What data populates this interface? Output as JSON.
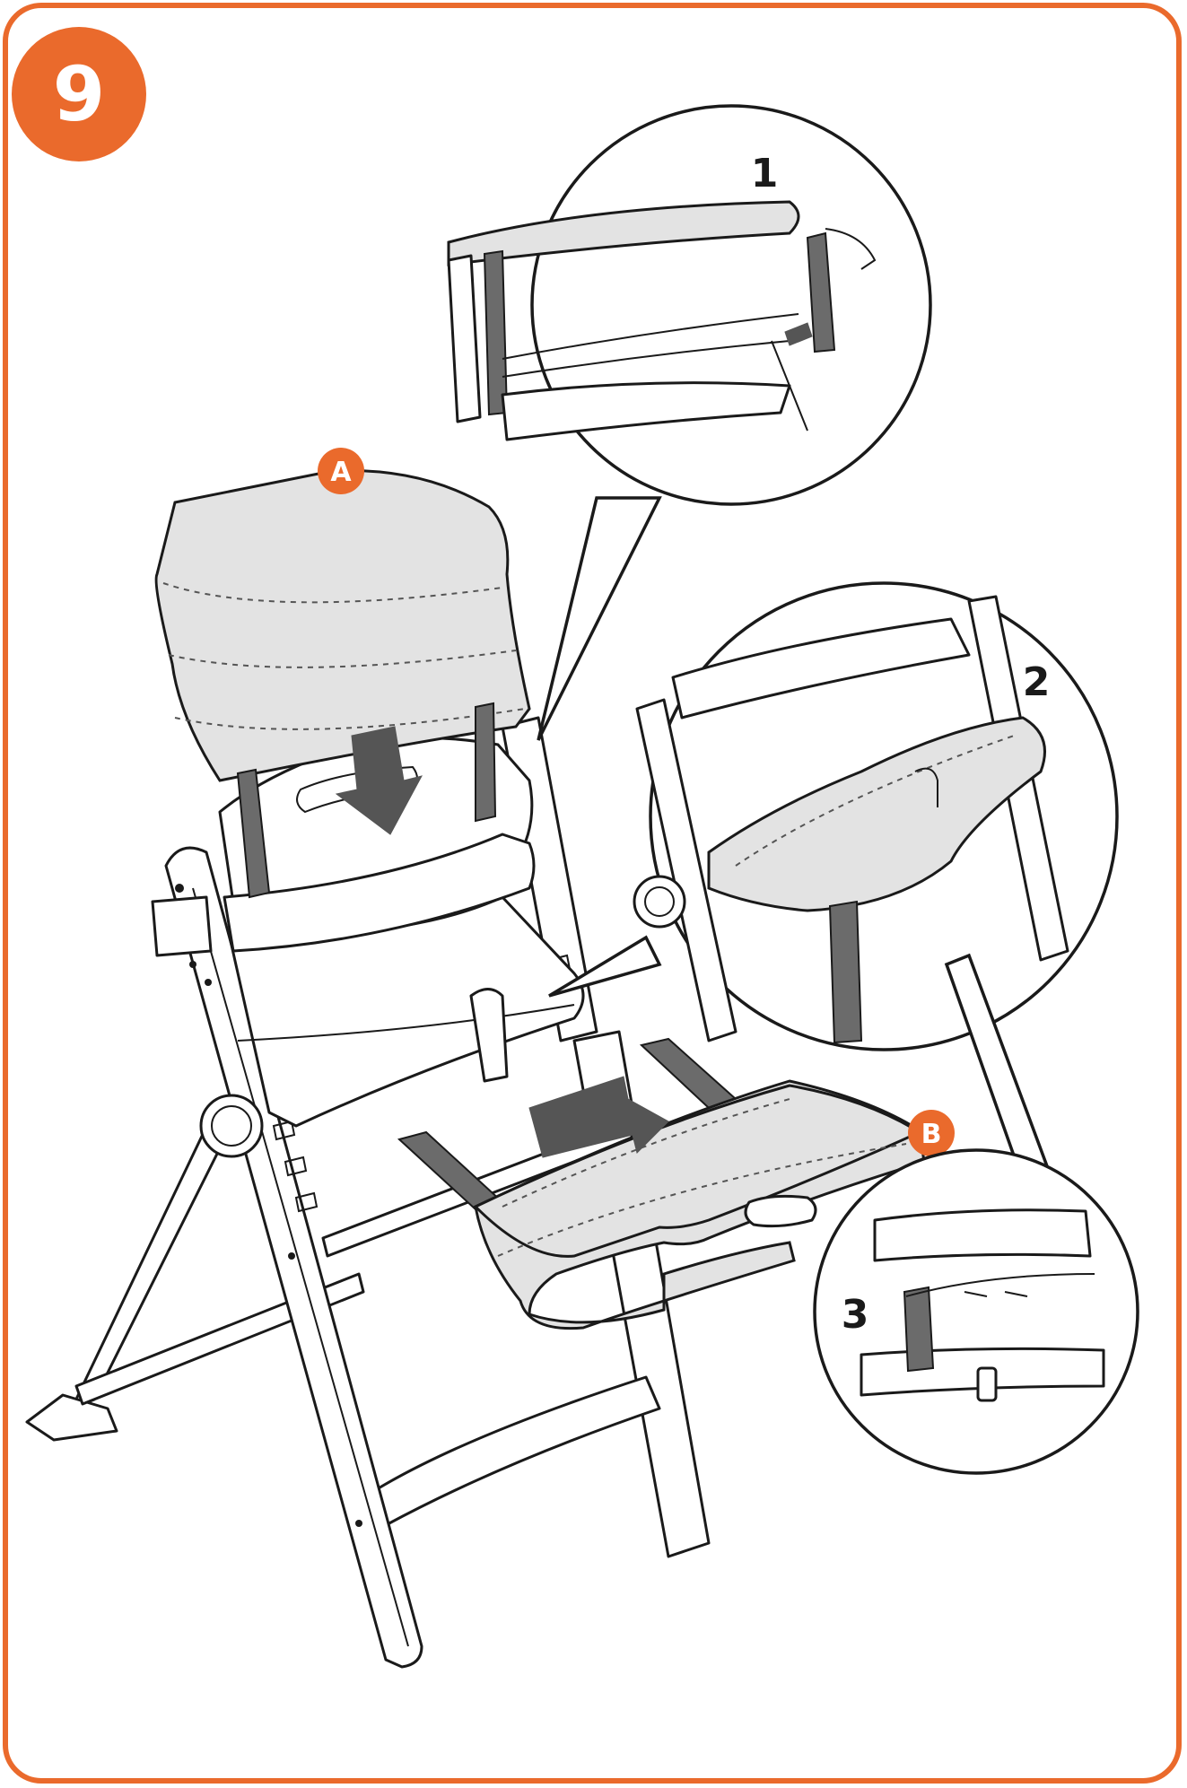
{
  "step": {
    "number": "9"
  },
  "callouts": {
    "a": "A",
    "b": "B"
  },
  "details": {
    "one": "1",
    "two": "2",
    "three": "3"
  },
  "colors": {
    "accent": "#EA6A2C",
    "frame_border": "#EA6A2C",
    "pad_fill": "#E3E3E3",
    "strap_fill": "#6B6B6B",
    "arrow_fill": "#555555",
    "line": "#1A1A1A"
  }
}
